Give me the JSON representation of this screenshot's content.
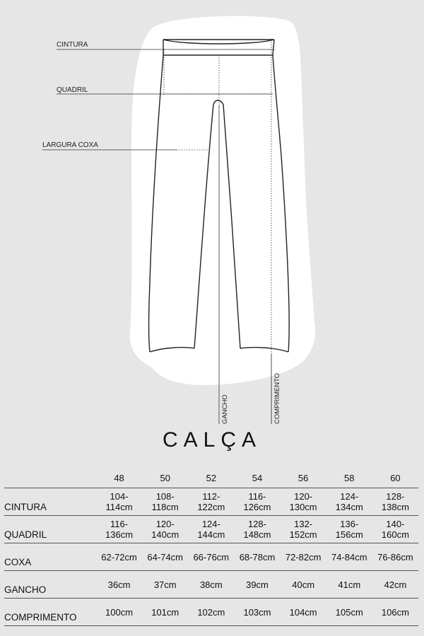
{
  "diagram": {
    "labels": {
      "cintura": "CINTURA",
      "quadril": "QUADRIL",
      "largura_coxa": "LARGURA COXA",
      "gancho": "GANCHO",
      "comprimento": "COMPRIMENTO"
    }
  },
  "title": "CALÇA",
  "table": {
    "sizes": [
      "48",
      "50",
      "52",
      "54",
      "56",
      "58",
      "60"
    ],
    "rows": [
      {
        "name": "CINTURA",
        "values": [
          [
            "104-",
            "114cm"
          ],
          [
            "108-",
            "118cm"
          ],
          [
            "112-",
            "122cm"
          ],
          [
            "116-",
            "126cm"
          ],
          [
            "120-",
            "130cm"
          ],
          [
            "124-",
            "134cm"
          ],
          [
            "128-",
            "138cm"
          ]
        ]
      },
      {
        "name": "QUADRIL",
        "values": [
          [
            "116-",
            "136cm"
          ],
          [
            "120-",
            "140cm"
          ],
          [
            "124-",
            "144cm"
          ],
          [
            "128-",
            "148cm"
          ],
          [
            "132-",
            "152cm"
          ],
          [
            "136-",
            "156cm"
          ],
          [
            "140-",
            "160cm"
          ]
        ]
      },
      {
        "name": "COXA",
        "values": [
          [
            "62-72cm"
          ],
          [
            "64-74cm"
          ],
          [
            "66-76cm"
          ],
          [
            "68-78cm"
          ],
          [
            "72-82cm"
          ],
          [
            "74-84cm"
          ],
          [
            "76-86cm"
          ]
        ]
      },
      {
        "name": "GANCHO",
        "values": [
          [
            "36cm"
          ],
          [
            "37cm"
          ],
          [
            "38cm"
          ],
          [
            "39cm"
          ],
          [
            "40cm"
          ],
          [
            "41cm"
          ],
          [
            "42cm"
          ]
        ]
      },
      {
        "name": "COMPRIMENTO",
        "values": [
          [
            "100cm"
          ],
          [
            "101cm"
          ],
          [
            "102cm"
          ],
          [
            "103cm"
          ],
          [
            "104cm"
          ],
          [
            "105cm"
          ],
          [
            "106cm"
          ]
        ]
      }
    ]
  }
}
